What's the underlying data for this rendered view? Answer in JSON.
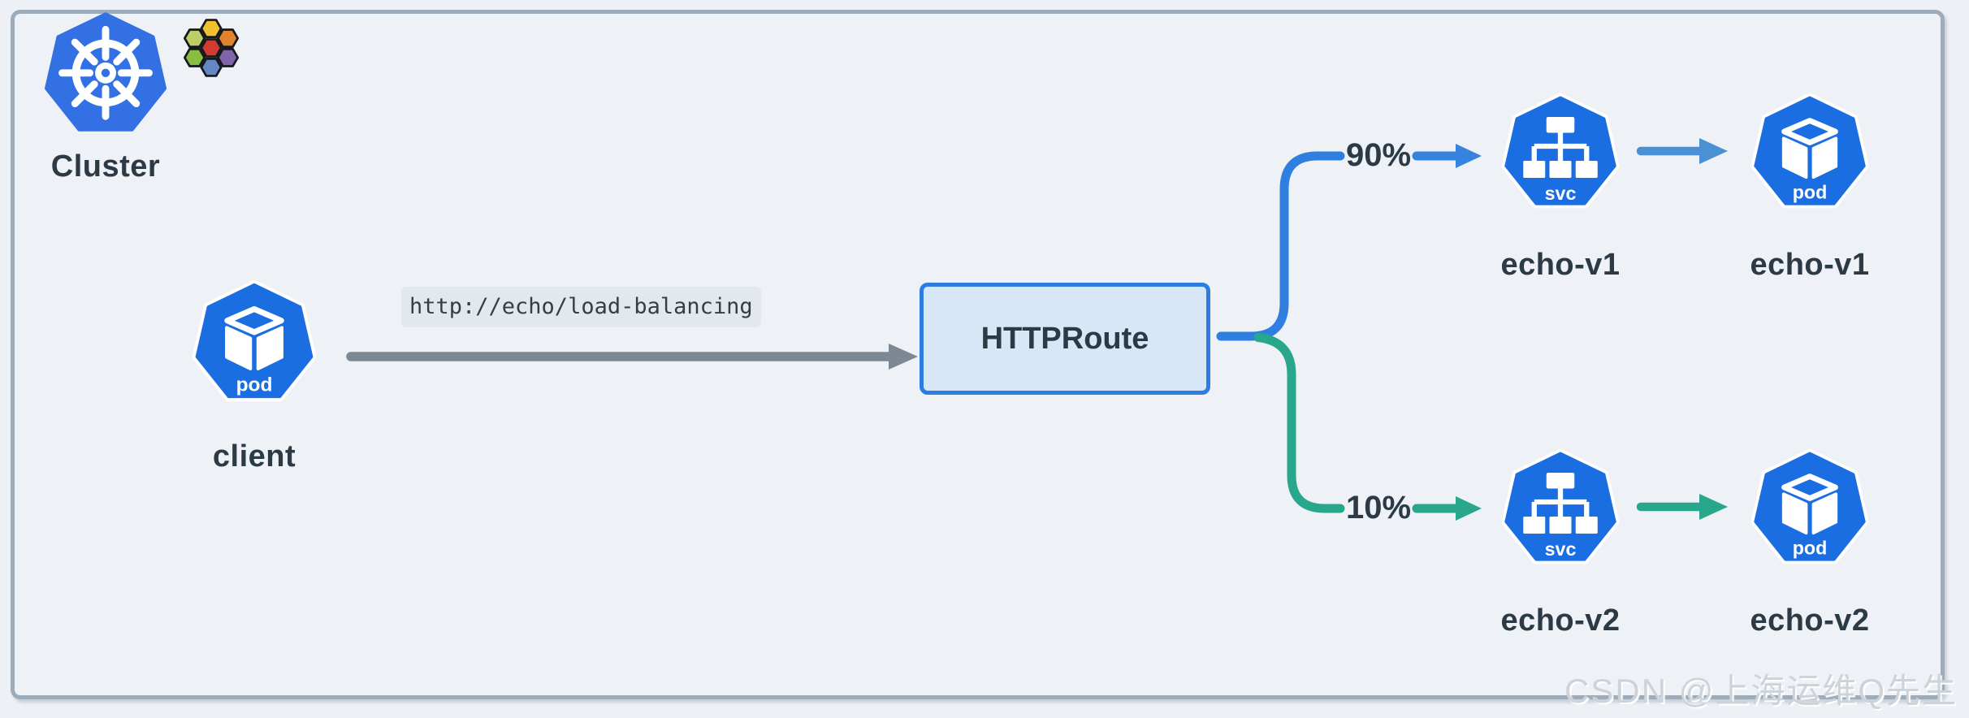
{
  "cluster": {
    "label": "Cluster"
  },
  "client": {
    "label": "client",
    "badge": "pod"
  },
  "request": {
    "url": "http://echo/load-balancing"
  },
  "route": {
    "label": "HTTPRoute"
  },
  "branches": [
    {
      "weight": "90%",
      "service_label": "echo-v1",
      "service_badge": "svc",
      "pod_label": "echo-v1",
      "pod_badge": "pod"
    },
    {
      "weight": "10%",
      "service_label": "echo-v2",
      "service_badge": "svc",
      "pod_label": "echo-v2",
      "pod_badge": "pod"
    }
  ],
  "watermark": {
    "text": "CSDN @上海运维Q先生"
  },
  "icons": {
    "cluster_icon": "kubernetes-logo",
    "mesh_icon": "cilium-honeycomb",
    "client_icon": "k8s-pod",
    "service_icon": "k8s-service",
    "pod_icon": "k8s-pod"
  },
  "colors": {
    "kubernetes_blue": "#1b6ee2",
    "cluster_logo_blue": "#3270e3",
    "route_fill": "#d8e7f8",
    "route_border": "#2b7de2",
    "branch_90_blue": "#2e7fe0",
    "branch_10_teal": "#28a78c",
    "svc_pod_arrow_blue": "#4a90d5",
    "request_arrow_gray": "#7c8994",
    "boundary_gray": "#9dacba",
    "text_dark": "#2c3a46"
  }
}
